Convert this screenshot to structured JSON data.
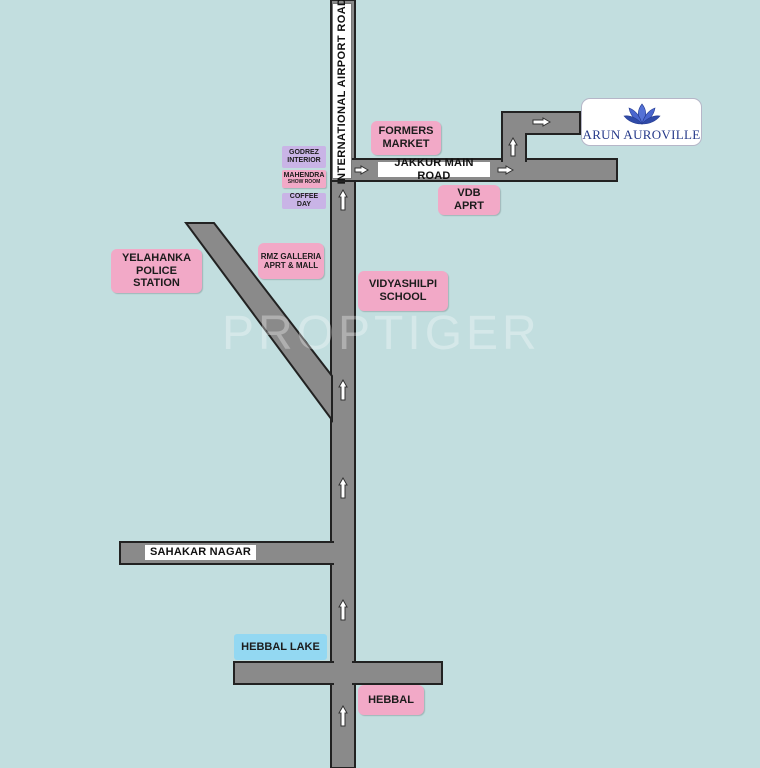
{
  "roads": {
    "airport_road": "INTERNATIONAL AIRPORT ROAD",
    "jakkur_main_road": "JAKKUR MAIN ROAD",
    "sahakar_nagar": "SAHAKAR NAGAR",
    "hebbal_lake": "HEBBAL LAKE"
  },
  "landmarks": {
    "formers_market": "FORMERS\nMARKET",
    "vdb_aprt": "VDB\nAPRT",
    "godrez_interior": "GODREZ\nINTERIOR",
    "mahendra_show_room": "MAHENDRA",
    "mahendra_sub": "SHOW ROOM",
    "coffee_day": "COFFEE DAY",
    "yelahanka_police_station": "YELAHANKA\nPOLICE\nSTATION",
    "rmz_galleria": "RMZ GALLERIA\nAPRT & MALL",
    "vidyashilpi_school": "VIDYASHILPI\nSCHOOL",
    "hebbal": "HEBBAL"
  },
  "project": {
    "name": "ARUN AUROVILLE",
    "logo_icon": "lotus-icon"
  },
  "watermark": "PROPTIGER",
  "colors": {
    "background": "#c2dedf",
    "road": "#8a8a8a",
    "landmark_pink": "#f2a9c7",
    "landmark_purple": "#c9b4e6",
    "lake_blue": "#93d8f2"
  },
  "icons": {
    "direction_arrow": "arrow-icon"
  }
}
